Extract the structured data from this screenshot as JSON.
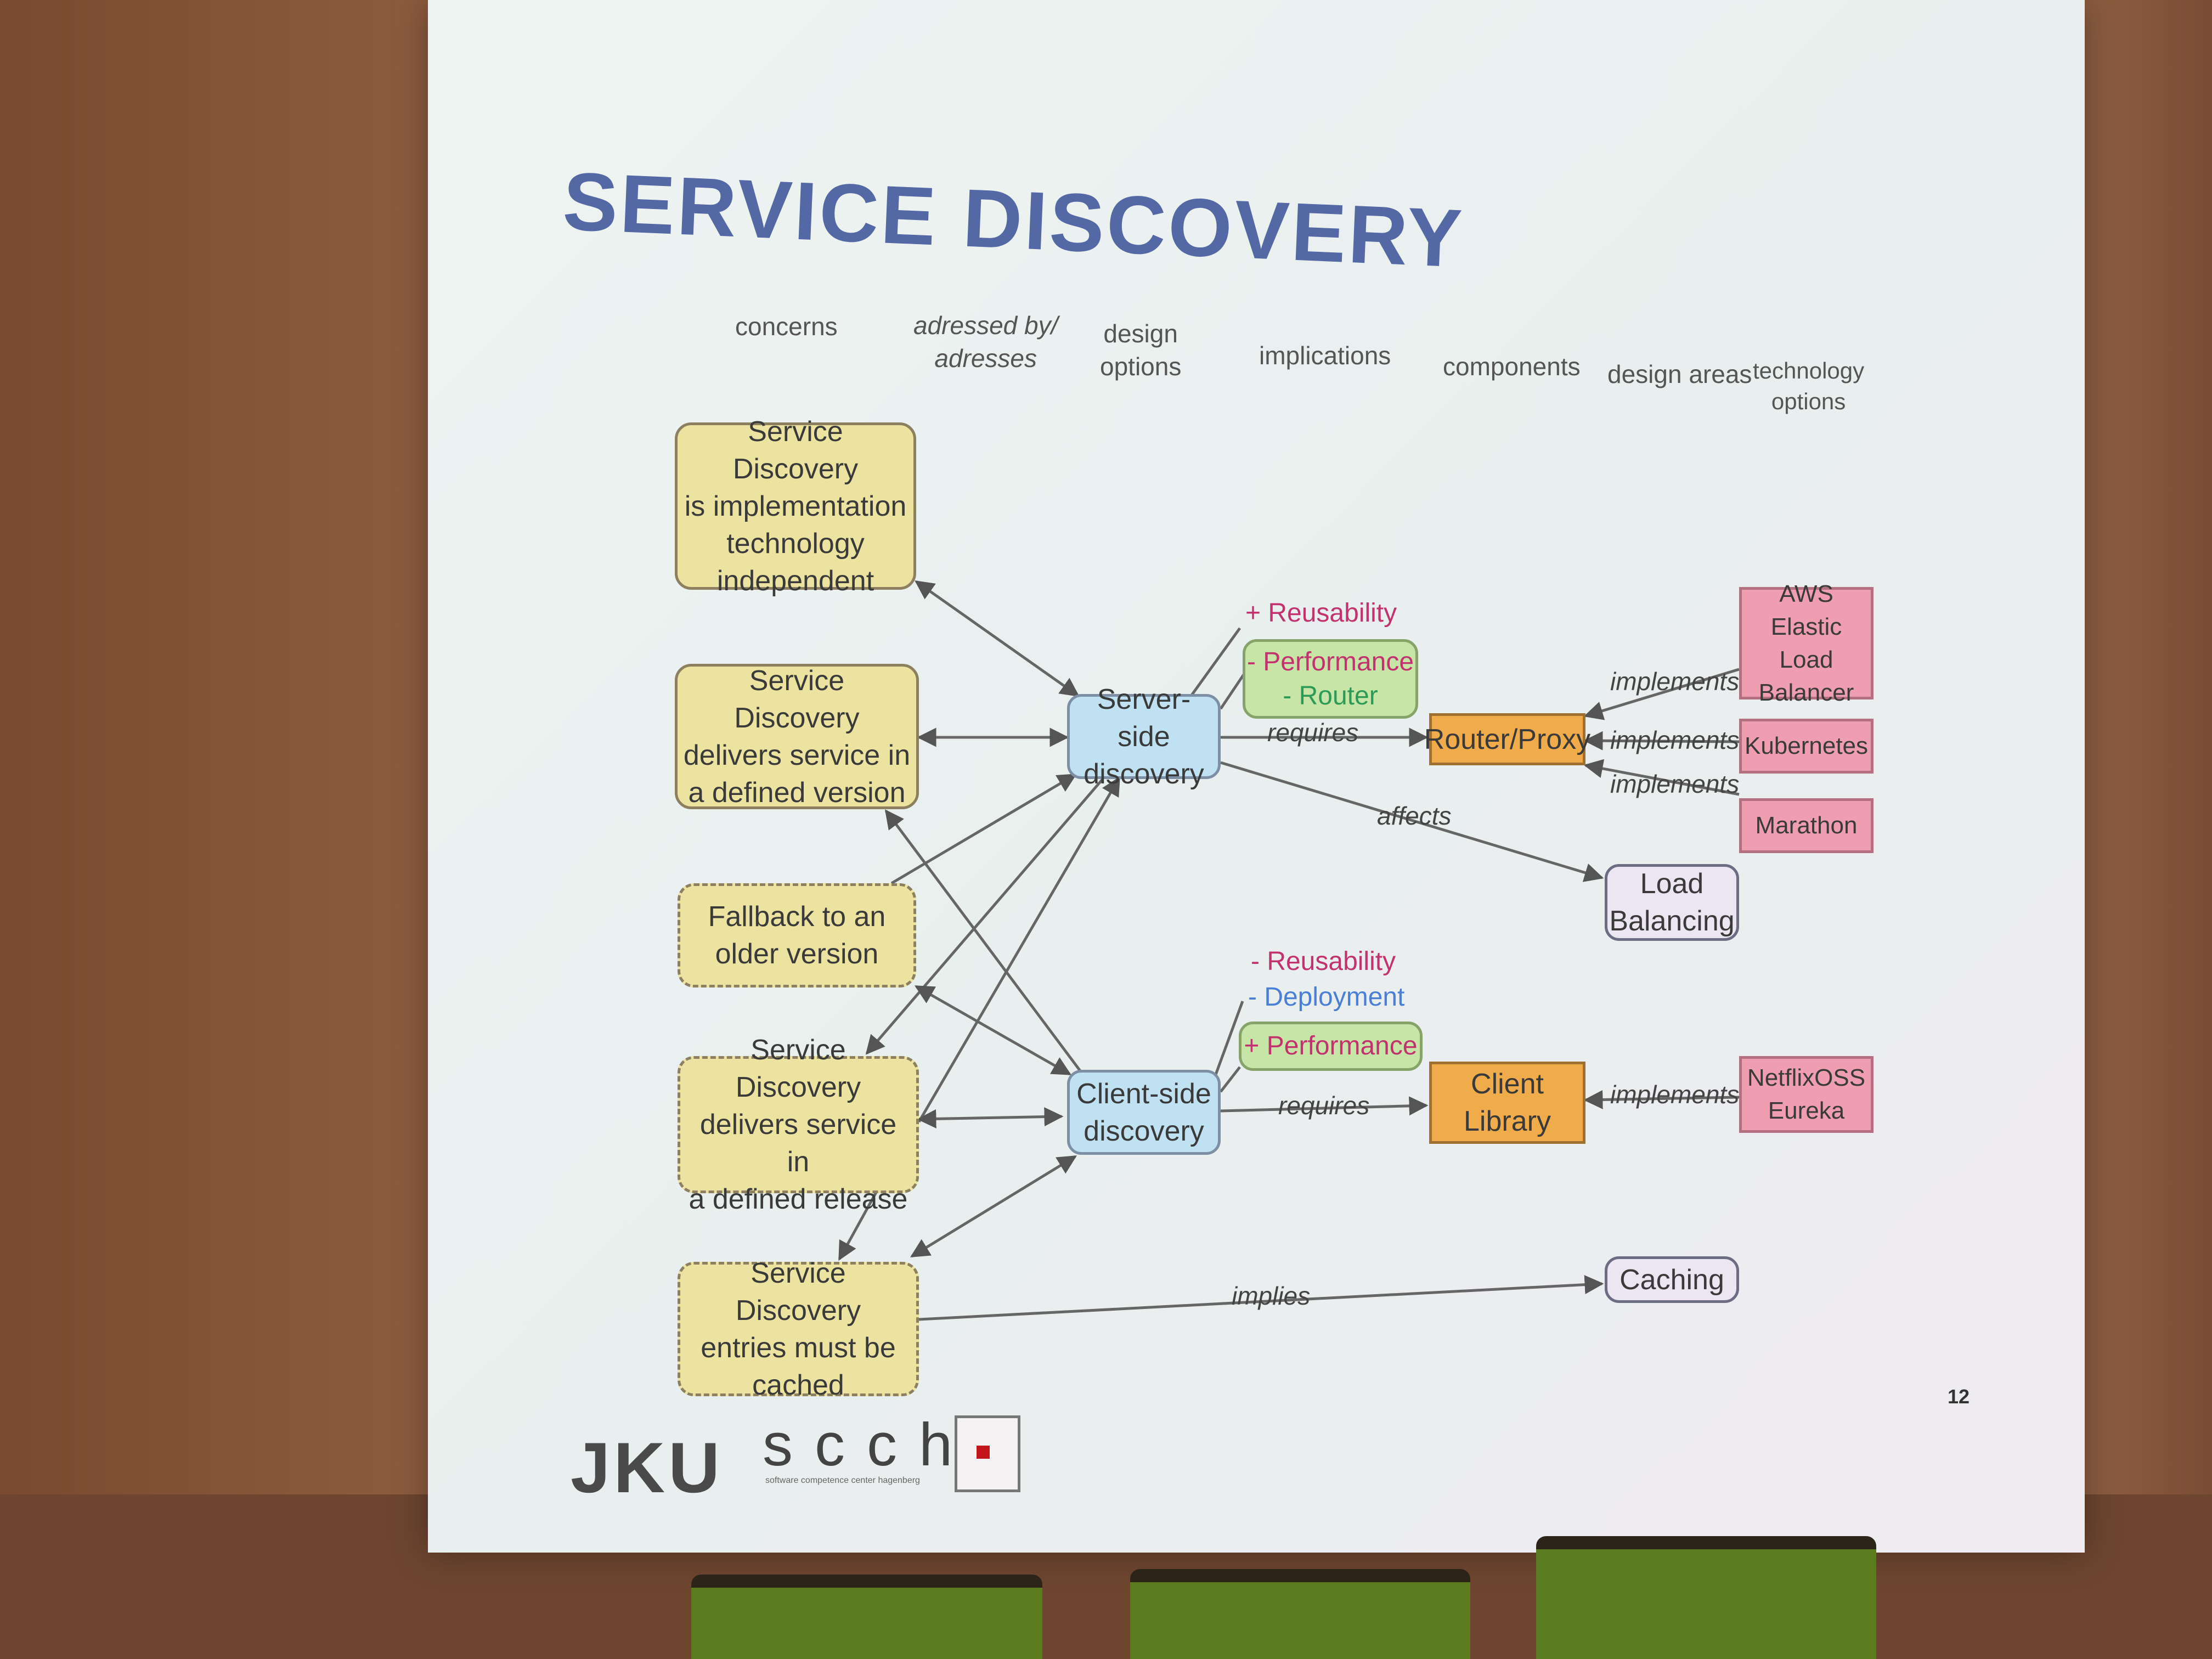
{
  "title": "SERVICE DISCOVERY",
  "column_headers": {
    "concerns": "concerns",
    "addressed_line1": "adressed by/",
    "addressed_line2": "adresses",
    "design_options_line1": "design",
    "design_options_line2": "options",
    "implications": "implications",
    "components": "components",
    "design_areas": "design areas",
    "technology_line1": "technology",
    "technology_line2": "options"
  },
  "concerns": [
    {
      "lines": [
        "Service Discovery",
        "is implementation",
        "technology",
        "independent"
      ],
      "style": "solid"
    },
    {
      "lines": [
        "Service Discovery",
        "delivers service in",
        "a defined version"
      ],
      "style": "solid"
    },
    {
      "lines": [
        "Fallback to an",
        "older version"
      ],
      "style": "dashed"
    },
    {
      "lines": [
        "Service Discovery",
        "delivers service in",
        "a defined release"
      ],
      "style": "dashed"
    },
    {
      "lines": [
        "Service Discovery",
        "entries must be",
        "cached"
      ],
      "style": "dashed"
    }
  ],
  "design_options": {
    "server_side": [
      "Server-side",
      "discovery"
    ],
    "client_side": [
      "Client-side",
      "discovery"
    ]
  },
  "implications": {
    "server_reusability": "+ Reusability",
    "server_performance": "- Performance",
    "server_router": "- Router",
    "client_reusability": "- Reusability",
    "client_deployment": "- Deployment",
    "client_performance": "+ Performance"
  },
  "components": {
    "router_proxy": "Router/Proxy",
    "client_library": [
      "Client",
      "Library"
    ]
  },
  "design_areas": {
    "load_balancing": [
      "Load",
      "Balancing"
    ],
    "caching": "Caching"
  },
  "technology_options": {
    "aws": [
      "AWS Elastic",
      "Load",
      "Balancer"
    ],
    "kubernetes": "Kubernetes",
    "marathon": "Marathon",
    "netflix": [
      "NetflixOSS",
      "Eureka"
    ]
  },
  "edge_labels": {
    "requires_server": "requires",
    "requires_client": "requires",
    "affects": "affects",
    "implies": "implies",
    "implements_aws": "implements",
    "implements_kubernetes": "implements",
    "implements_marathon": "implements",
    "implements_netflix": "implements"
  },
  "page_number": "12",
  "logos": {
    "jku": "JKU",
    "scch": "scch",
    "scch_subtitle": "software competence center hagenberg"
  },
  "colors": {
    "title": "#5468a6",
    "concern_fill": "#ece3a0",
    "option_fill": "#bfe1f1",
    "component_fill": "#f0ab4a",
    "tech_fill": "#ee9eb0",
    "implication_box": "#c6e5a6",
    "positive_text": "#c2326e",
    "negative_text": "#c2326e",
    "router_text": "#2d9a55",
    "deployment_text": "#4a7fd6"
  }
}
